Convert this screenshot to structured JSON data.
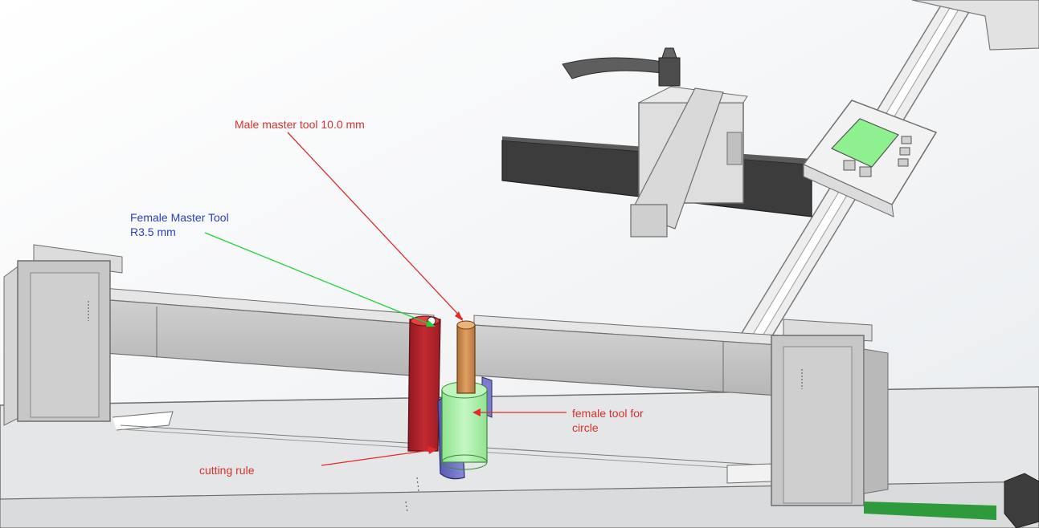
{
  "annotations": {
    "male_master_tool": "Male master tool 10.0 mm",
    "female_master_tool_line1": "Female Master Tool",
    "female_master_tool_line2": "R3.5 mm",
    "female_tool_circle_line1": "female tool for",
    "female_tool_circle_line2": "circle",
    "cutting_rule": "cutting rule"
  },
  "colors": {
    "callout_red": "#d8322b",
    "callout_blue": "#2b3fc0",
    "callout_leader_green": "#22d23a",
    "female_master_tool_red": "#b8202a",
    "male_master_tool_orange": "#c98a4a",
    "female_tool_green": "#a8f0a8",
    "cutting_rule_blue": "#7070c8",
    "display_screen_green": "#8ef08e"
  },
  "icons": [
    "clamp-lever-icon",
    "digital-gauge-icon",
    "knob-icon"
  ]
}
